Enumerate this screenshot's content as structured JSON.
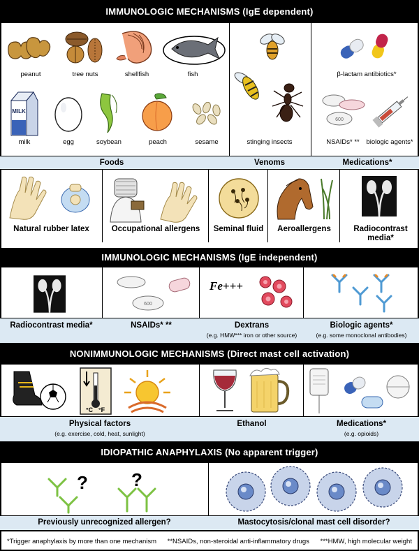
{
  "section1": {
    "title": "IMMUNOLOGIC MECHANISMS (IgE dependent)",
    "foods": [
      "peanut",
      "tree nuts",
      "shellfish",
      "fish",
      "milk",
      "egg",
      "soybean",
      "peach",
      "sesame"
    ],
    "venoms": [
      "stinging insects"
    ],
    "meds": [
      "β-lactam antibiotics*",
      "NSAIDs* **",
      "biologic agents*"
    ],
    "milk_text": "MILK",
    "pill_text": "600",
    "categories": [
      "Foods",
      "Venoms",
      "Medications*"
    ],
    "other": [
      "Natural rubber latex",
      "Occupational allergens",
      "Seminal fluid",
      "Aeroallergens",
      "Radiocontrast media*"
    ]
  },
  "section2": {
    "title": "IMMUNOLOGIC MECHANISMS (IgE independent)",
    "labels": [
      "Radiocontrast media*",
      "NSAIDs* **",
      "Dextrans",
      "Biologic agents*"
    ],
    "sublabels": [
      "(e.g. HMW*** iron or other source)",
      "(e.g. some monoclonal antibodies)"
    ],
    "fe_text": "Fe+++",
    "pill_text": "600"
  },
  "section3": {
    "title": "NONIMMUNOLOGIC MECHANISMS (Direct mast cell activation)",
    "labels": [
      "Physical factors",
      "Ethanol",
      "Medications*"
    ],
    "sublabels": [
      "(e.g. exercise, cold, heat, sunlight)",
      "(e.g. opioids)"
    ],
    "thermo_c": "°C",
    "thermo_f": "°F"
  },
  "section4": {
    "title": "IDIOPATHIC ANAPHYLAXIS (No apparent trigger)",
    "labels": [
      "Previously unrecognized allergen?",
      "Mastocytosis/clonal mast cell disorder?"
    ],
    "question": "?"
  },
  "footnotes": [
    "*Trigger anaphylaxis by more than one mechanism",
    "**NSAIDs, non-steroidal anti-inflammatory drugs",
    "***HMW, high molecular weight"
  ],
  "colors": {
    "header": "#000000",
    "band": "#dce9f3",
    "antibody_green": "#7dc243",
    "antibody_blue": "#4f9ad3",
    "cell_red": "#d9364a"
  }
}
